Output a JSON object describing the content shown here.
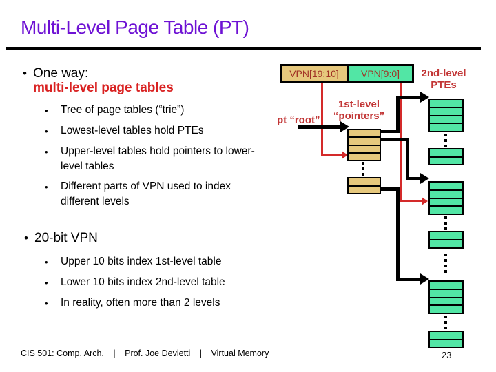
{
  "colors": {
    "title-purple": "#6e12d4",
    "accent-red": "#d92222",
    "label-red": "#c23535",
    "vpn-text-red": "#a03225",
    "tan-fill": "#e6c87d",
    "green-fill": "#52e6a5",
    "arrow-red": "#d42a2a"
  },
  "glyphs": {
    "bullet": "•"
  },
  "title": "Multi-Level Page Table (PT)",
  "bullets": {
    "one_way": {
      "lead": "One way:",
      "emphasis": "multi-level page tables",
      "items": [
        "Tree of page tables (“trie”)",
        "Lowest-level tables hold PTEs",
        "Upper-level tables hold pointers to lower-level tables",
        "Different parts of VPN used to index different levels"
      ]
    },
    "vpn20": {
      "lead": "20-bit VPN",
      "items": [
        "Upper 10 bits index 1st-level table",
        "Lower 10 bits index 2nd-level table",
        "In reality, often more than 2 levels"
      ]
    }
  },
  "diagram": {
    "vpn_high_label": "VPN[19:10]",
    "vpn_low_label": "VPN[9:0]",
    "second_level_line1": "2nd-level",
    "second_level_line2": "PTEs",
    "first_level_line1": "1st-level",
    "first_level_line2": "“pointers”",
    "root_label": "pt “root”"
  },
  "footer": {
    "course": "CIS 501: Comp. Arch.",
    "separator": "|",
    "professor": "Prof. Joe Devietti",
    "topic": "Virtual Memory",
    "page_number": "23"
  }
}
